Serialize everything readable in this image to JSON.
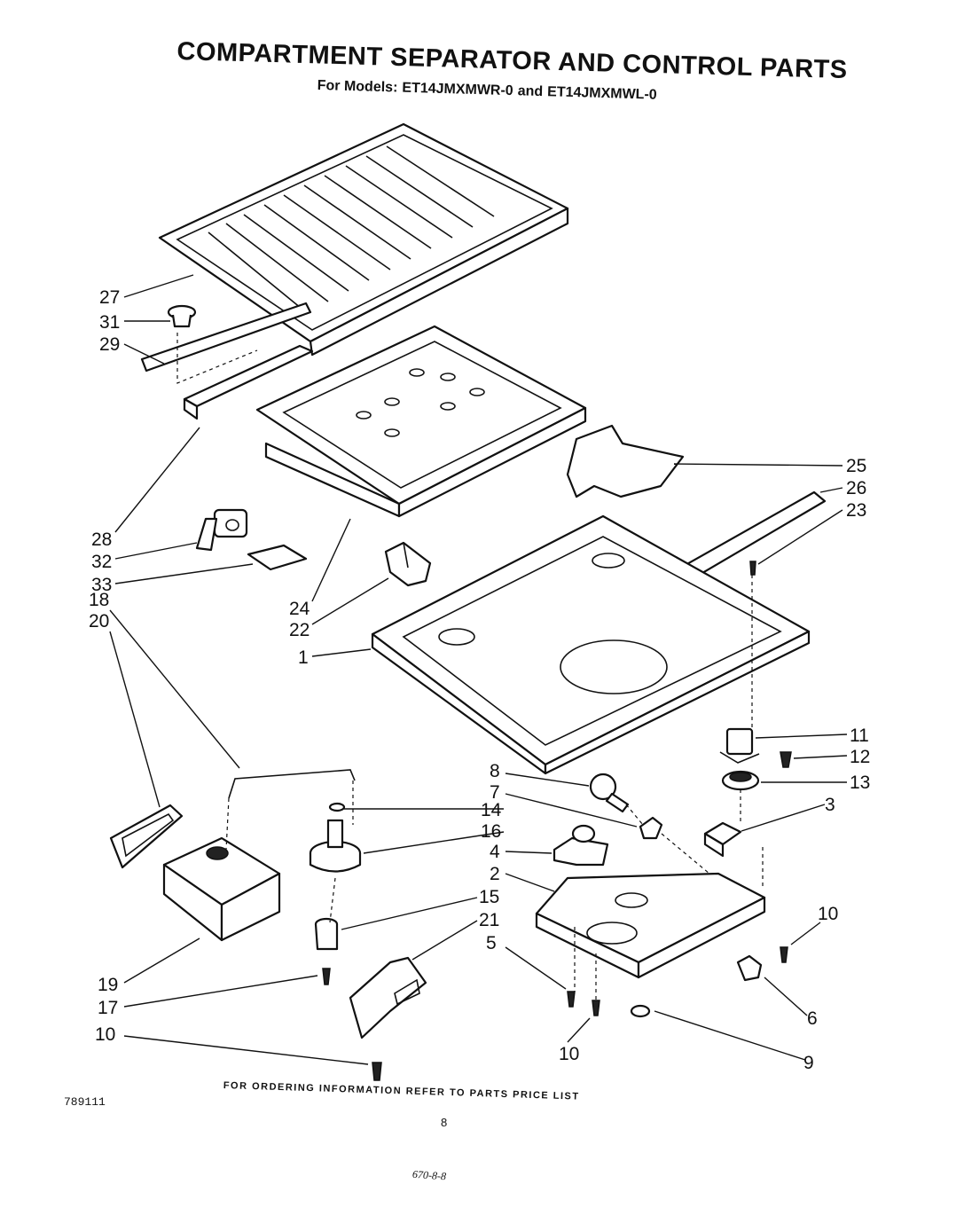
{
  "header": {
    "title": "COMPARTMENT SEPARATOR AND CONTROL PARTS",
    "for_models_label": "For Models:",
    "model_1": "ET14JMXMWR-0",
    "and_label": "and",
    "model_2": "ET14JMXMWL-0"
  },
  "callouts": {
    "c27": "27",
    "c31": "31",
    "c29": "29",
    "c28": "28",
    "c32": "32",
    "c33": "33",
    "c24": "24",
    "c22": "22",
    "c18": "18",
    "c20": "20",
    "c1": "1",
    "c25": "25",
    "c26": "26",
    "c23": "23",
    "c11": "11",
    "c12": "12",
    "c13": "13",
    "c3": "3",
    "c8": "8",
    "c7": "7",
    "c14": "14",
    "c16": "16",
    "c4": "4",
    "c2": "2",
    "c15": "15",
    "c21": "21",
    "c5": "5",
    "c19": "19",
    "c17": "17",
    "c10a": "10",
    "c10b": "10",
    "c10c": "10",
    "c6": "6",
    "c9": "9"
  },
  "footer": {
    "ordering_note": "FOR ORDERING INFORMATION REFER TO PARTS PRICE LIST",
    "doc_id": "789111",
    "page_number": "8",
    "handwritten_note": "670-8-8"
  }
}
